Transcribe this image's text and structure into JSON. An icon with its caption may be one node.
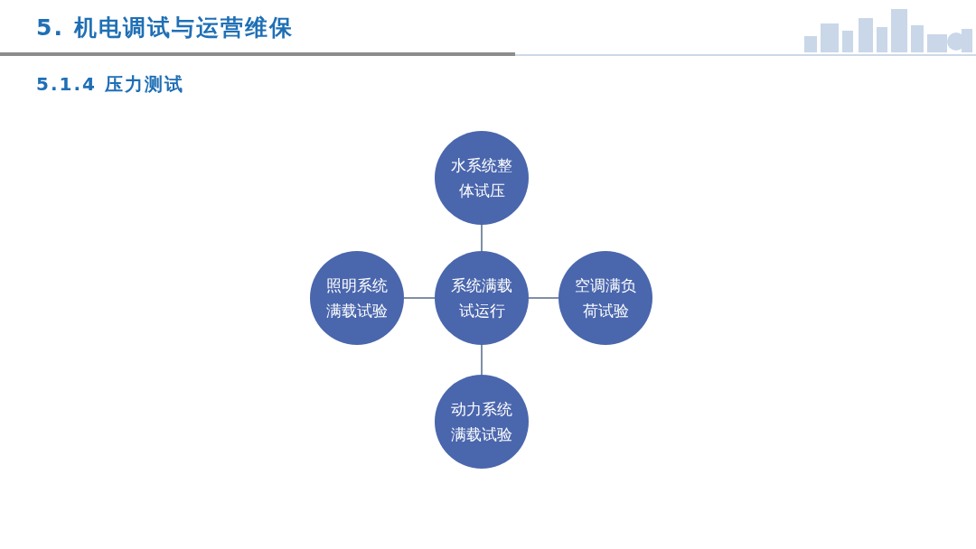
{
  "diagram": {
    "title": "5. 机电调试与运营维保",
    "nodes": [
      {
        "text": [
          "水系统整体试压"
        ]
      },
      {
        "text": [
          "照明系统满载试验"
        ]
      },
      {
        "text": [
          "系统满载试运行"
        ]
      },
      {
        "text": [
          "空调满负荷试验"
        ]
      },
      {
        "text": [
          "动力系统满载试验"
        ]
      }
    ],
    "edges": [
      {
        "from": 2,
        "to": 0,
        "arrow": "none"
      },
      {
        "from": 2,
        "to": 1,
        "arrow": "none"
      },
      {
        "from": 2,
        "to": 3,
        "arrow": "none"
      },
      {
        "from": 2,
        "to": 4,
        "arrow": "none"
      }
    ],
    "labels": [
      "5.1.4 压力测试"
    ]
  }
}
